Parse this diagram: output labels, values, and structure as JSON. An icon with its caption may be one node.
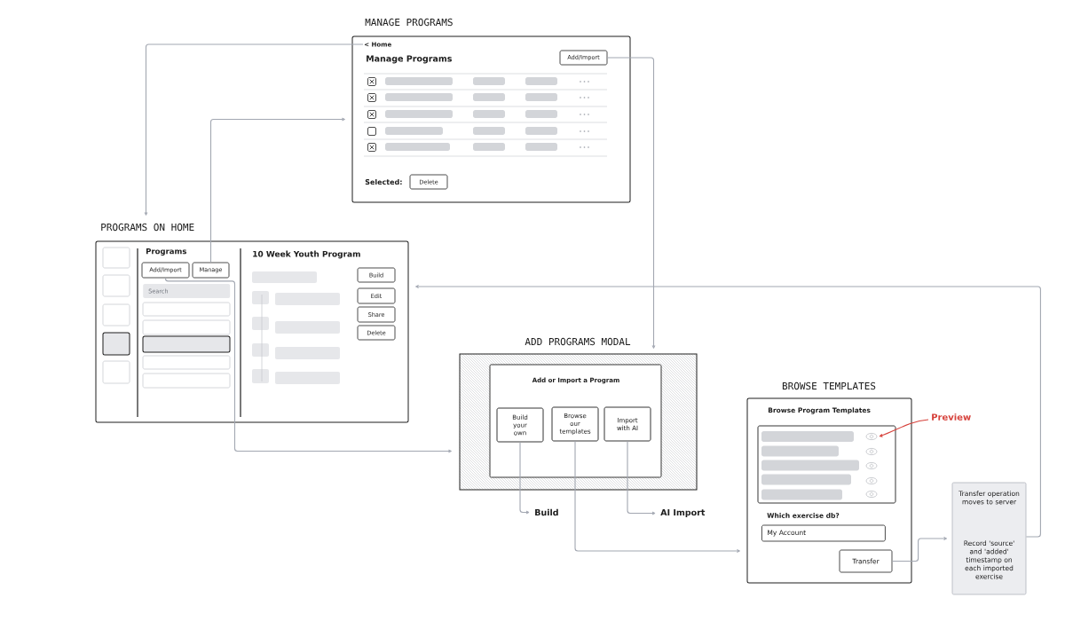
{
  "diagram": {
    "nodes": [
      {
        "text": [
          "MANAGE PROGRAMS",
          "Manage Programs",
          "Selected:"
        ]
      },
      {
        "text": [
          "< Home"
        ],
        "in": 0
      },
      {
        "text": [
          "Add/Import"
        ],
        "in": 0
      },
      {
        "text": [
          "Delete"
        ],
        "in": 0
      },
      {
        "text": [
          "PROGRAMS ON HOME",
          "Programs",
          "10 Week Youth Program"
        ]
      },
      {
        "text": [
          "Add/Import"
        ],
        "in": 4
      },
      {
        "text": [
          "Manage"
        ],
        "in": 4
      },
      {
        "text": [
          "Search"
        ],
        "in": 4
      },
      {
        "text": [
          "Build"
        ],
        "in": 4
      },
      {
        "text": [
          "Edit"
        ],
        "in": 4
      },
      {
        "text": [
          "Share"
        ],
        "in": 4
      },
      {
        "text": [
          "Delete"
        ],
        "in": 4
      },
      {
        "text": [
          "ADD PROGRAMS MODAL"
        ]
      },
      {
        "text": [
          "Add or Import a Program"
        ],
        "in": 12
      },
      {
        "text": [
          "Build your own"
        ],
        "in": 13
      },
      {
        "text": [
          "Browse our templates"
        ],
        "in": 13
      },
      {
        "text": [
          "Import with AI"
        ],
        "in": 13
      },
      {
        "text": [
          "Build"
        ]
      },
      {
        "text": [
          "AI Import"
        ]
      },
      {
        "text": [
          "BROWSE TEMPLATES",
          "Browse Program Templates",
          "Which exercise db?"
        ]
      },
      {
        "text": [],
        "shape": "picture",
        "in": 19
      },
      {
        "text": [
          "My Account"
        ],
        "in": 19
      },
      {
        "text": [
          "Transfer"
        ],
        "in": 19
      },
      {
        "text": [
          "Preview"
        ]
      },
      {
        "text": [
          "Transfer operation moves to server",
          "Record 'source' and 'added' timestamp on each imported exercise"
        ]
      }
    ],
    "edges": [
      {
        "from": 1,
        "to": 4,
        "arrow": "to"
      },
      {
        "from": 6,
        "to": 0,
        "arrow": "to"
      },
      {
        "from": 2,
        "to": 12,
        "arrow": "to"
      },
      {
        "from": 5,
        "to": 12,
        "arrow": "to"
      },
      {
        "from": 14,
        "to": 17,
        "arrow": "to"
      },
      {
        "from": 15,
        "to": 19,
        "arrow": "to"
      },
      {
        "from": 16,
        "to": 18,
        "arrow": "to"
      },
      {
        "from": 22,
        "to": 24,
        "arrow": "to"
      },
      {
        "from": 24,
        "to": 4,
        "arrow": "to"
      },
      {
        "from": 23,
        "to": 20,
        "arrow": "to",
        "color": "#d6403a"
      }
    ]
  }
}
